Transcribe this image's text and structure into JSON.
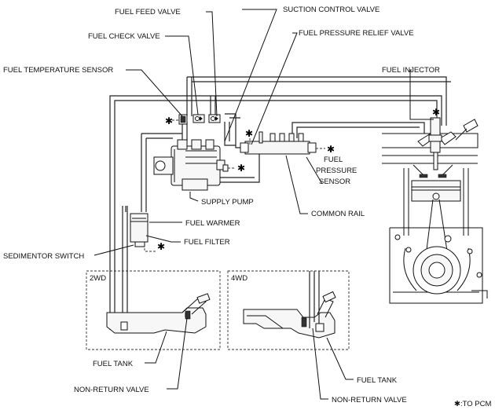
{
  "labels": {
    "fuel_feed_valve": "FUEL FEED VALVE",
    "suction_control_valve": "SUCTION CONTROL VALVE",
    "fuel_check_valve": "FUEL CHECK VALVE",
    "fuel_pressure_relief_valve": "FUEL PRESSURE RELIEF VALVE",
    "fuel_temperature_sensor": "FUEL TEMPERATURE SENSOR",
    "fuel_injector": "FUEL INJECTOR",
    "fuel_pressure_sensor_1": "FUEL",
    "fuel_pressure_sensor_2": "PRESSURE",
    "fuel_pressure_sensor_3": "SENSOR",
    "supply_pump": "SUPPLY PUMP",
    "common_rail": "COMMON RAIL",
    "fuel_warmer": "FUEL WARMER",
    "fuel_filter": "FUEL FILTER",
    "sedimentor_switch": "SEDIMENTOR SWITCH",
    "box_2wd": "2WD",
    "box_4wd": "4WD",
    "fuel_tank_2wd": "FUEL TANK",
    "non_return_valve_2wd": "NON-RETURN VALVE",
    "fuel_tank_4wd": "FUEL TANK",
    "non_return_valve_4wd": "NON-RETURN VALVE",
    "to_pcm_note": "✱:TO PCM"
  },
  "symbols": {
    "pcm_marker": "✱"
  }
}
